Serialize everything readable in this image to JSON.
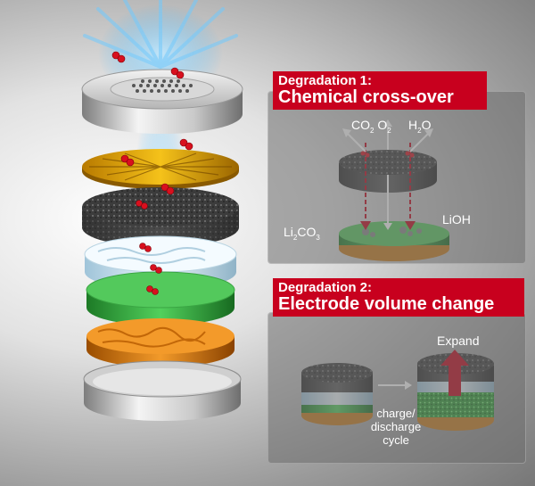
{
  "degradation1": {
    "heading_line1": "Degradation 1:",
    "heading_line2": "Chemical cross-over",
    "co2_main": "CO",
    "co2_sub": "2",
    "o2_main": "O",
    "o2_sub": "2",
    "h2o_main": "H",
    "h2o_sub": "2",
    "h2o_tail": "O",
    "li2co3_main1": "Li",
    "li2co3_sub1": "2",
    "li2co3_main2": "CO",
    "li2co3_sub2": "3",
    "lioh": "LiOH"
  },
  "degradation2": {
    "heading_line1": "Degradation 2:",
    "heading_line2": "Electrode volume change",
    "expand_label": "Expand",
    "cycle_line1": "charge/",
    "cycle_line2": "discharge",
    "cycle_line3": "cycle"
  },
  "colors": {
    "header_red": "#c8001e",
    "arrow_red": "#c00018",
    "lithium_green": "#2fa53a",
    "carbon_dark": "#3a3a3a",
    "copper": "#c87a1a",
    "glow_blue": "#3fb7ff"
  }
}
